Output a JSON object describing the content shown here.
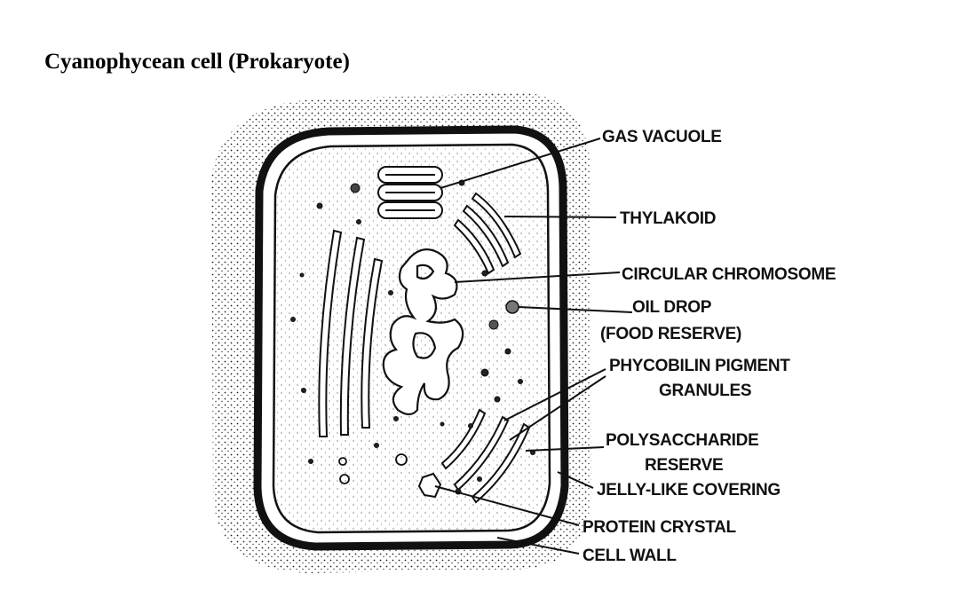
{
  "title": "Cyanophycean cell (Prokaryote)",
  "labels": {
    "gas_vacuole": "GAS VACUOLE",
    "thylakoid": "THYLAKOID",
    "circular_chromosome": "CIRCULAR CHROMOSOME",
    "oil_drop_line1": "OIL DROP",
    "oil_drop_line2": "(FOOD RESERVE)",
    "phycobilin_line1": "PHYCOBILIN PIGMENT",
    "phycobilin_line2": "GRANULES",
    "polysaccharide_line1": "POLYSACCHARIDE",
    "polysaccharide_line2": "RESERVE",
    "jelly_covering": "JELLY-LIKE COVERING",
    "protein_crystal": "PROTEIN CRYSTAL",
    "cell_wall": "CELL WALL"
  }
}
